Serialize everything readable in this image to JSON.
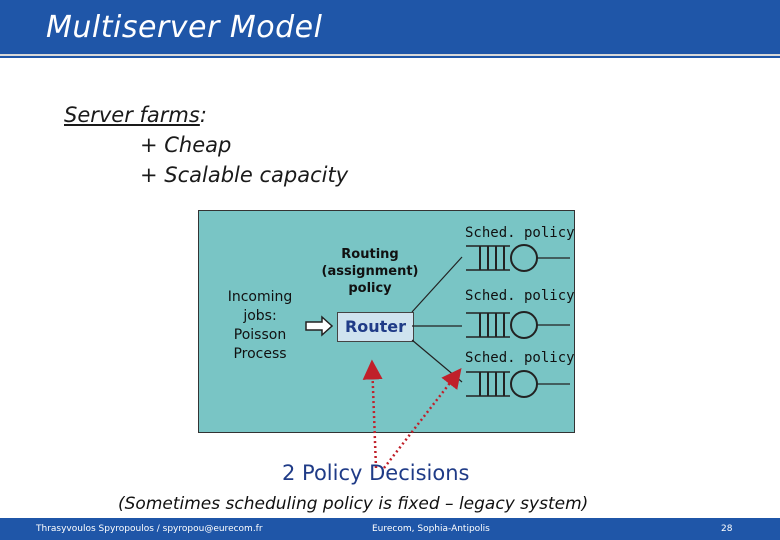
{
  "slide": {
    "title": "Multiserver Model",
    "bullets": {
      "heading": "Server farms",
      "heading_suffix": ":",
      "items": [
        "+ Cheap",
        "+ Scalable capacity"
      ]
    },
    "diagram": {
      "incoming_label": [
        "Incoming",
        "jobs:",
        "Poisson",
        "Process"
      ],
      "routing_label": [
        "Routing",
        "(assignment)",
        "policy"
      ],
      "router_label": "Router",
      "sched_labels": [
        "Sched. policy",
        "Sched. policy",
        "Sched. policy"
      ]
    },
    "decisions": "2 Policy Decisions",
    "note": "(Sometimes scheduling policy is fixed – legacy system)",
    "footer": {
      "left": "Thrasyvoulos Spyropoulos / spyropou@eurecom.fr",
      "center": "Eurecom, Sophia-Antipolis",
      "right": "28"
    },
    "colors": {
      "bar": "#1f56a8",
      "box": "#79c5c5",
      "router": "#cfe3ef",
      "arrow": "#c0202a"
    }
  }
}
